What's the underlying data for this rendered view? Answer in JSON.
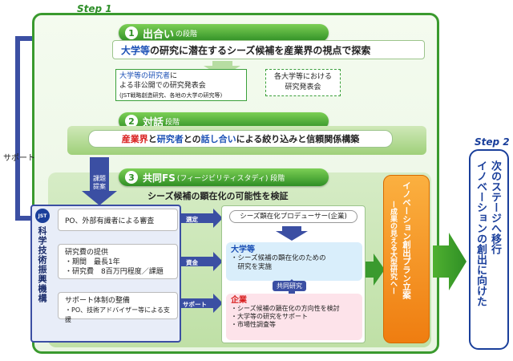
{
  "step1": {
    "label": "Step 1"
  },
  "step2": {
    "label": "Step 2",
    "text": "次のステージへ移行 イノベーションの創出に向けた",
    "col1": "次のステージへ移行",
    "col2": "イノベーションの創出に向けた"
  },
  "support": {
    "label": "サポート"
  },
  "stage1": {
    "num": "1",
    "title": "出合い",
    "suffix": "の段階",
    "desc": "大学等の研究に潜在するシーズ候補を産業界の視点で探索",
    "desc_highlight": "大学等",
    "desc_rest": "の研究に潜在するシーズ候補を産業界の視点で探索"
  },
  "box_left": {
    "line1_hl": "大学等の研究者",
    "line1_rest": "に",
    "line2": "よる非公開での研究発表会",
    "line3": "(JST戦略創造研究、各地の大学の研究等)"
  },
  "box_right": {
    "line1": "各大学等における",
    "line2": "研究発表会"
  },
  "stage2": {
    "num": "2",
    "title": "対話",
    "suffix": "段階",
    "desc_a": "産業界",
    "desc_b": "と",
    "desc_c": "研究者",
    "desc_d": "との",
    "desc_e": "話し合い",
    "desc_f": "による絞り込みと信頼関係構築"
  },
  "stage3": {
    "num": "3",
    "title": "共同FS",
    "suffix": "(フィージビリティスタディ) 段階",
    "subtitle": "シーズ候補の顕在化の可能性を検証"
  },
  "kadai": {
    "line1": "課題",
    "line2": "提案"
  },
  "jst": {
    "logo": "JST",
    "name": "科学技術振興機構"
  },
  "jst_items": [
    {
      "text1": "PO、外部有識者による審査",
      "text2": "",
      "text3": ""
    },
    {
      "text1": "研究費の提供",
      "text2": "・期間　最長1年",
      "text3": "・研究費　8百万円程度／課題"
    },
    {
      "text1": "サポート体制の整備",
      "text2": "・PO、技術アドバイザー等による支援",
      "text3": ""
    }
  ],
  "arrows": {
    "select": "選定",
    "fund": "資金",
    "support": "サポート"
  },
  "producer": {
    "label": "シーズ顕在化プロデューサー(企業)"
  },
  "univ": {
    "title": "大学等",
    "line1": "・シーズ候補の顕在化のための",
    "line2": "　研究を実施"
  },
  "joint": {
    "label": "共同研究"
  },
  "company": {
    "title": "企業",
    "line1": "・シーズ候補の顕在化の方向性を検討",
    "line2": "・大学等の研究をサポート",
    "line3": "・市場性調査等"
  },
  "innovation": {
    "main": "イノベーション創出プラン立案",
    "sub": "ー成果の見える大型研究へー"
  }
}
